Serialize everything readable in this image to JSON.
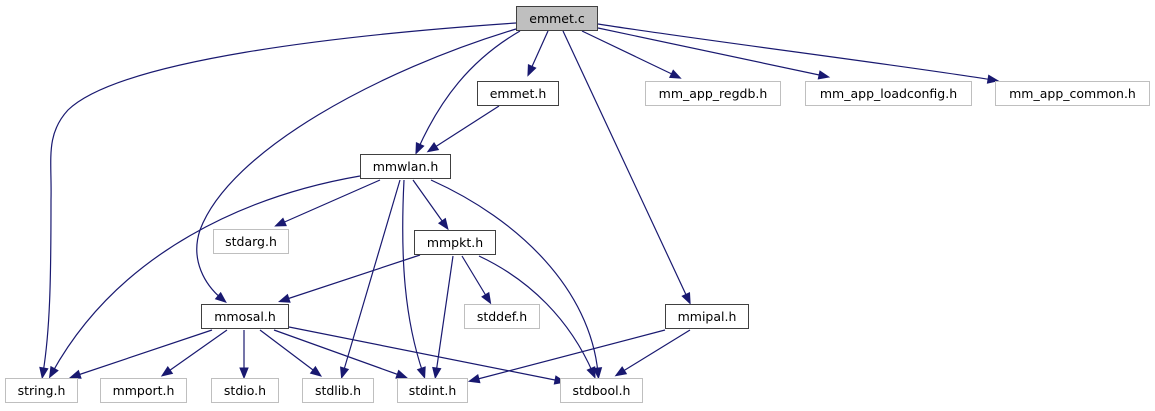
{
  "diagram": {
    "type": "include-dependency-graph",
    "edge_color": "#191970",
    "nodes": [
      {
        "id": "emmet_c",
        "label": "emmet.c",
        "kind": "root"
      },
      {
        "id": "emmet_h",
        "label": "emmet.h",
        "kind": "documented"
      },
      {
        "id": "mm_app_regdb_h",
        "label": "mm_app_regdb.h",
        "kind": "external"
      },
      {
        "id": "mm_app_loadconfig_h",
        "label": "mm_app_loadconfig.h",
        "kind": "external"
      },
      {
        "id": "mm_app_common_h",
        "label": "mm_app_common.h",
        "kind": "external"
      },
      {
        "id": "mmwlan_h",
        "label": "mmwlan.h",
        "kind": "documented"
      },
      {
        "id": "stdarg_h",
        "label": "stdarg.h",
        "kind": "external"
      },
      {
        "id": "mmpkt_h",
        "label": "mmpkt.h",
        "kind": "documented"
      },
      {
        "id": "mmosal_h",
        "label": "mmosal.h",
        "kind": "documented"
      },
      {
        "id": "stddef_h",
        "label": "stddef.h",
        "kind": "external"
      },
      {
        "id": "mmipal_h",
        "label": "mmipal.h",
        "kind": "documented"
      },
      {
        "id": "string_h",
        "label": "string.h",
        "kind": "external"
      },
      {
        "id": "mmport_h",
        "label": "mmport.h",
        "kind": "external"
      },
      {
        "id": "stdio_h",
        "label": "stdio.h",
        "kind": "external"
      },
      {
        "id": "stdlib_h",
        "label": "stdlib.h",
        "kind": "external"
      },
      {
        "id": "stdint_h",
        "label": "stdint.h",
        "kind": "external"
      },
      {
        "id": "stdbool_h",
        "label": "stdbool.h",
        "kind": "external"
      }
    ],
    "edges": [
      [
        "emmet_c",
        "emmet_h"
      ],
      [
        "emmet_c",
        "mm_app_regdb_h"
      ],
      [
        "emmet_c",
        "mm_app_loadconfig_h"
      ],
      [
        "emmet_c",
        "mm_app_common_h"
      ],
      [
        "emmet_c",
        "mmwlan_h"
      ],
      [
        "emmet_c",
        "mmosal_h"
      ],
      [
        "emmet_c",
        "string_h"
      ],
      [
        "emmet_c",
        "mmipal_h"
      ],
      [
        "emmet_h",
        "mmwlan_h"
      ],
      [
        "mmwlan_h",
        "string_h"
      ],
      [
        "mmwlan_h",
        "stdarg_h"
      ],
      [
        "mmwlan_h",
        "mmpkt_h"
      ],
      [
        "mmwlan_h",
        "stdlib_h"
      ],
      [
        "mmwlan_h",
        "stdint_h"
      ],
      [
        "mmwlan_h",
        "stdbool_h"
      ],
      [
        "mmpkt_h",
        "mmosal_h"
      ],
      [
        "mmpkt_h",
        "stddef_h"
      ],
      [
        "mmpkt_h",
        "stdint_h"
      ],
      [
        "mmpkt_h",
        "stdbool_h"
      ],
      [
        "mmosal_h",
        "string_h"
      ],
      [
        "mmosal_h",
        "mmport_h"
      ],
      [
        "mmosal_h",
        "stdio_h"
      ],
      [
        "mmosal_h",
        "stdlib_h"
      ],
      [
        "mmosal_h",
        "stdint_h"
      ],
      [
        "mmosal_h",
        "stdbool_h"
      ],
      [
        "mmipal_h",
        "stdint_h"
      ],
      [
        "mmipal_h",
        "stdbool_h"
      ]
    ]
  }
}
